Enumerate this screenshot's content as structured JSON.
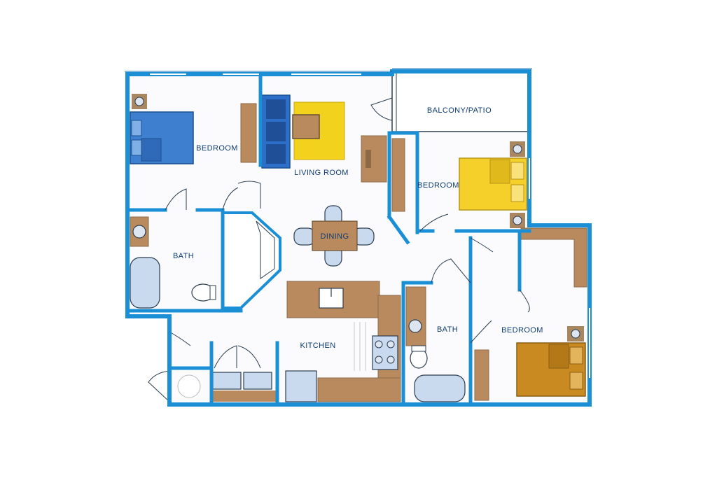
{
  "rooms": {
    "bedroom_1": "BEDROOM",
    "living_room": "LIVING ROOM",
    "balcony": "BALCONY/PATIO",
    "bedroom_2": "BEDROOM",
    "bath_1": "BATH",
    "dining": "DINING",
    "kitchen": "KITCHEN",
    "bath_2": "BATH",
    "bedroom_3": "BEDROOM"
  },
  "colors": {
    "wall": "#1a8fd6",
    "wall_dark": "#0f6fb3",
    "wood": "#b88a5e",
    "wood_dark": "#8c6a48",
    "bed_blue": "#3f7fcf",
    "bed_yellow": "#f5cf2a",
    "bed_orange": "#c98a22",
    "rug_yellow": "#f3d21e",
    "fixture_blue": "#c9d9ee",
    "floor": "#ffffff"
  }
}
